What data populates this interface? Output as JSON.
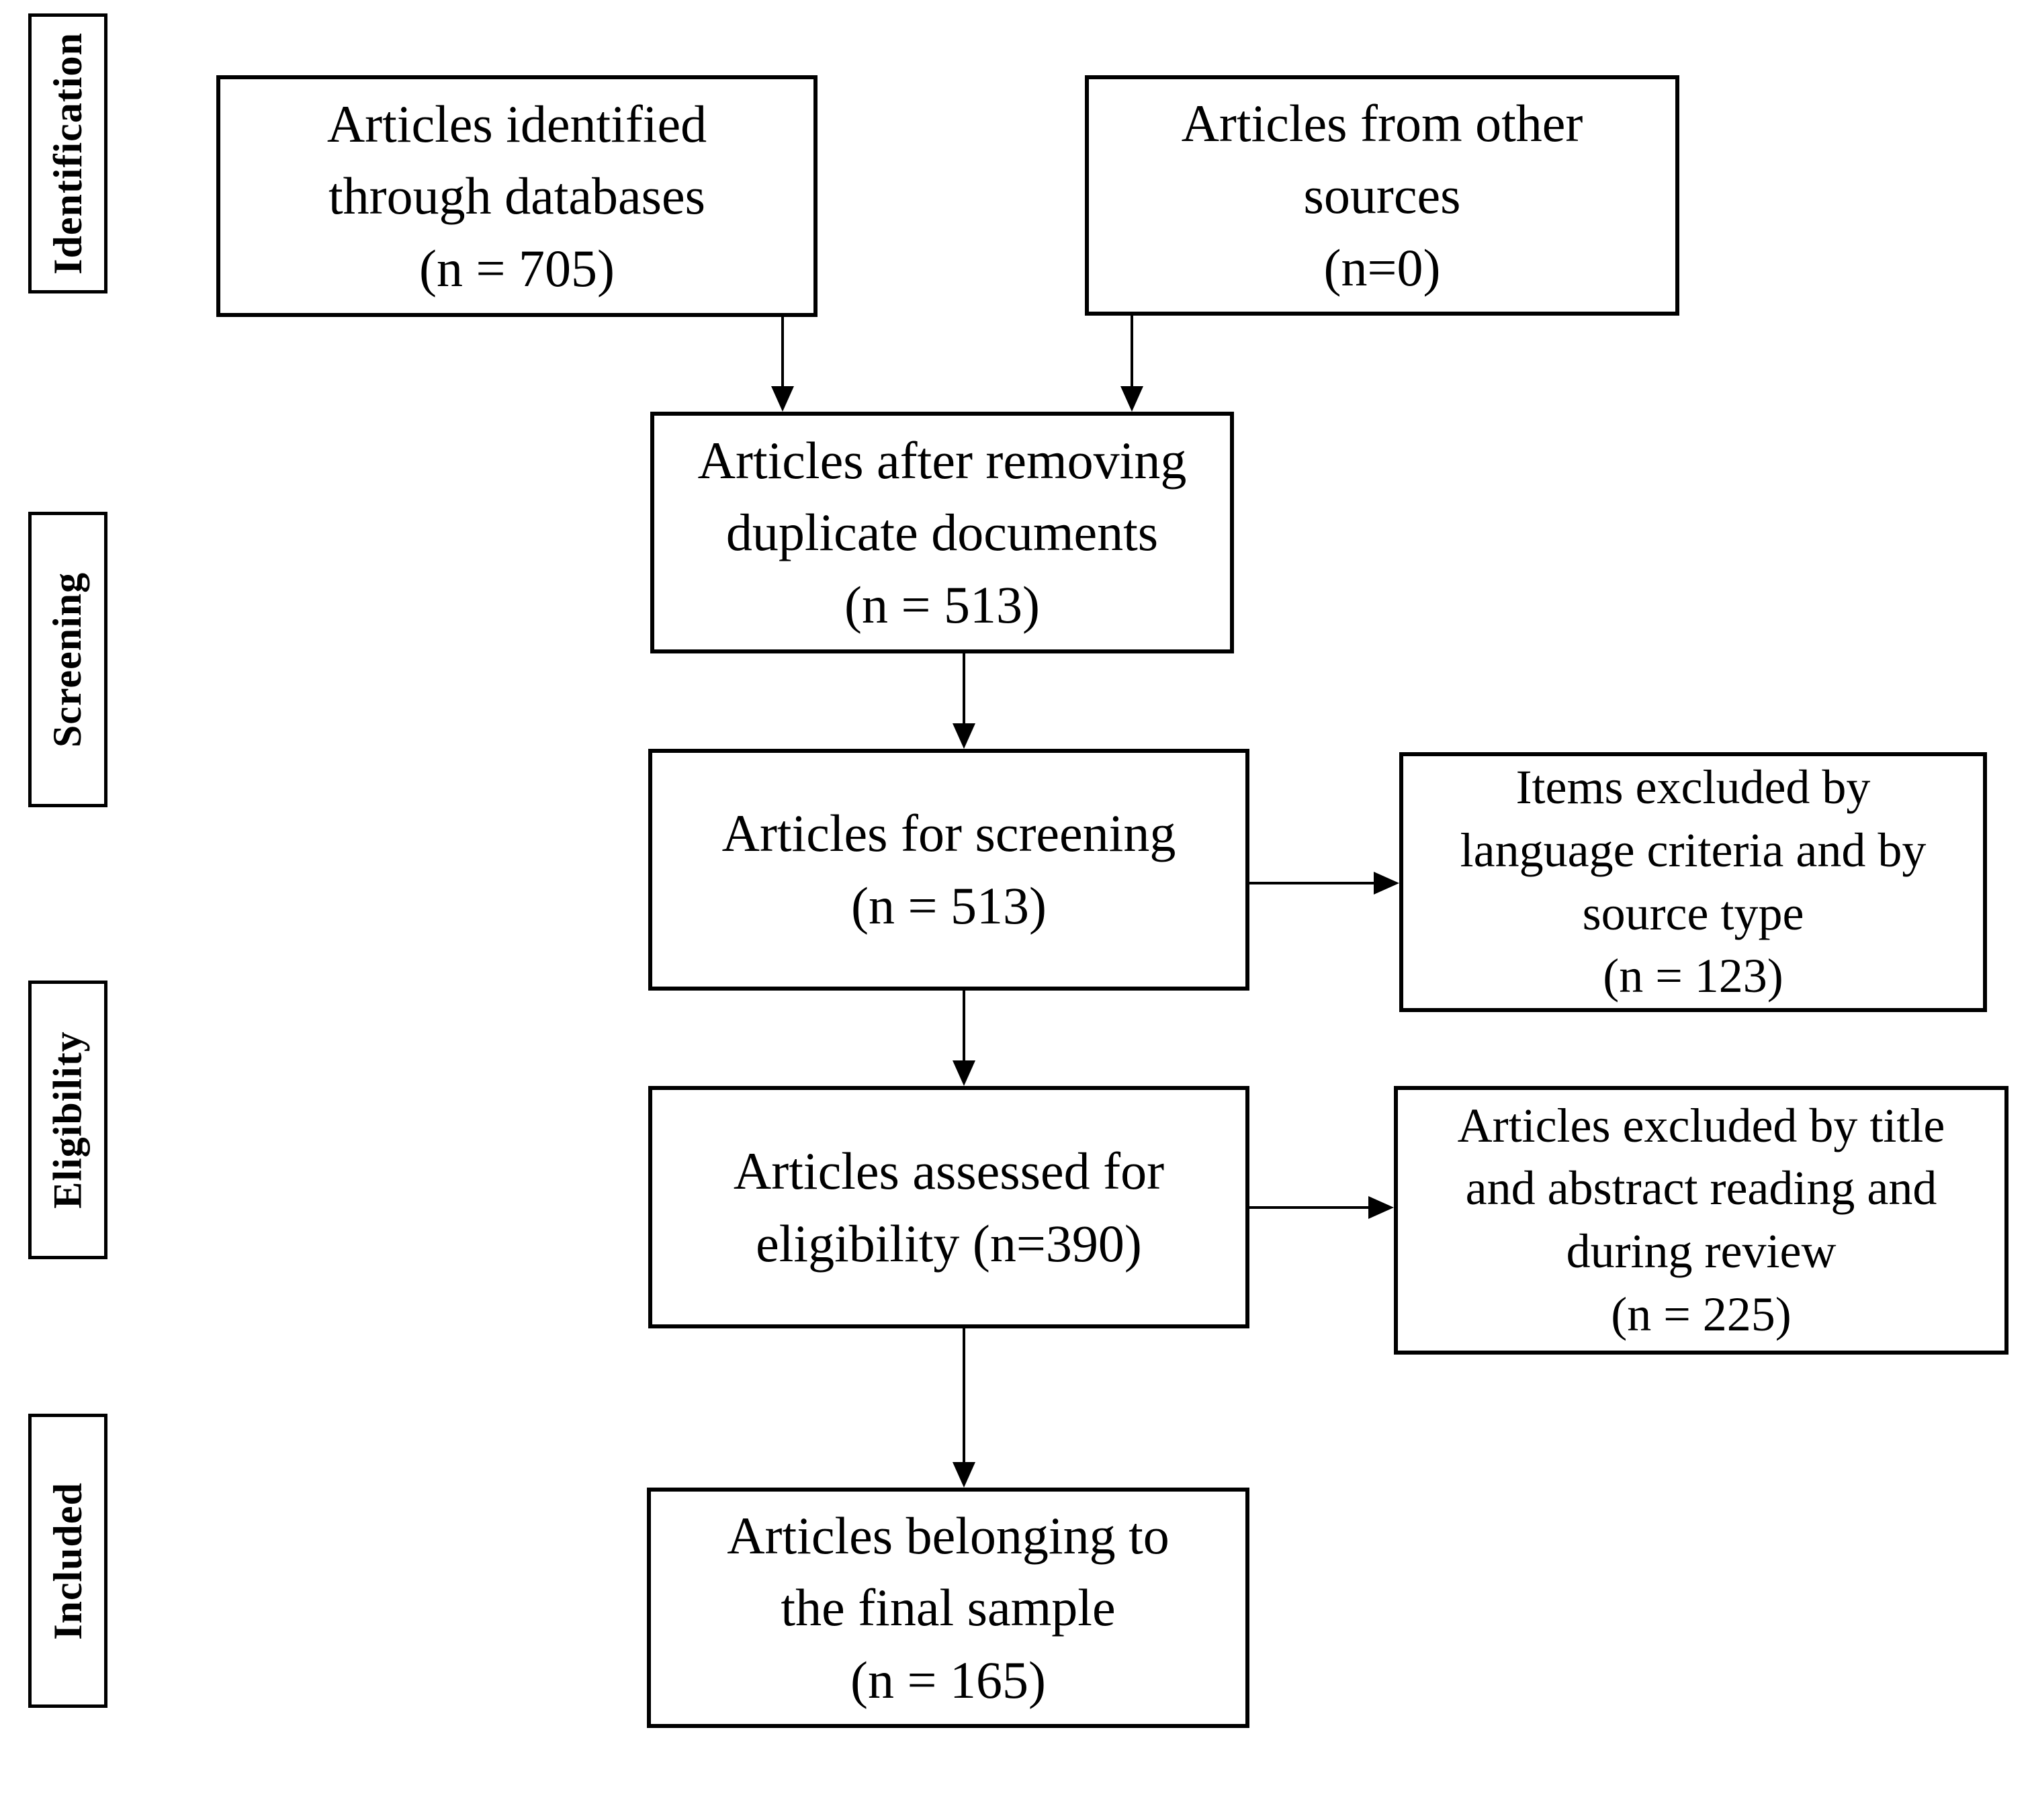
{
  "diagram": {
    "kind": "article-selection-flowchart"
  },
  "colors": {
    "line": "#000000",
    "text": "#000000",
    "background": "#ffffff"
  },
  "stages": [
    {
      "label": "Identification"
    },
    {
      "label": "Screening"
    },
    {
      "label": "Eligibility"
    },
    {
      "label": "Included"
    }
  ],
  "boxes": [
    {
      "name": "identified-through-databases",
      "lines": [
        "Articles identified",
        "through databases",
        "(n = 705)"
      ],
      "n": 705
    },
    {
      "name": "from-other-sources",
      "lines": [
        "Articles from other",
        "sources",
        "(n=0)"
      ],
      "n": 0
    },
    {
      "name": "after-removing-duplicates",
      "lines": [
        "Articles after removing",
        "duplicate documents",
        "(n = 513)"
      ],
      "n": 513
    },
    {
      "name": "for-screening",
      "lines": [
        "Articles for screening",
        "(n = 513)"
      ],
      "n": 513
    },
    {
      "name": "excluded-language-source-type",
      "lines": [
        "Items excluded by",
        "language criteria and by",
        "source type",
        "(n = 123)"
      ],
      "n": 123
    },
    {
      "name": "assessed-for-eligibility",
      "lines": [
        "Articles assessed for",
        "eligibility (n=390)"
      ],
      "n": 390
    },
    {
      "name": "excluded-title-abstract-review",
      "lines": [
        "Articles excluded by title",
        "and abstract reading and",
        "during review",
        "(n = 225)"
      ],
      "n": 225
    },
    {
      "name": "final-sample",
      "lines": [
        "Articles belonging to",
        "the final sample",
        "(n = 165)"
      ],
      "n": 165
    }
  ],
  "arrows": [
    {
      "from": "identified-through-databases",
      "to": "after-removing-duplicates"
    },
    {
      "from": "from-other-sources",
      "to": "after-removing-duplicates"
    },
    {
      "from": "after-removing-duplicates",
      "to": "for-screening"
    },
    {
      "from": "for-screening",
      "to": "excluded-language-source-type"
    },
    {
      "from": "for-screening",
      "to": "assessed-for-eligibility"
    },
    {
      "from": "assessed-for-eligibility",
      "to": "excluded-title-abstract-review"
    },
    {
      "from": "assessed-for-eligibility",
      "to": "final-sample"
    }
  ]
}
